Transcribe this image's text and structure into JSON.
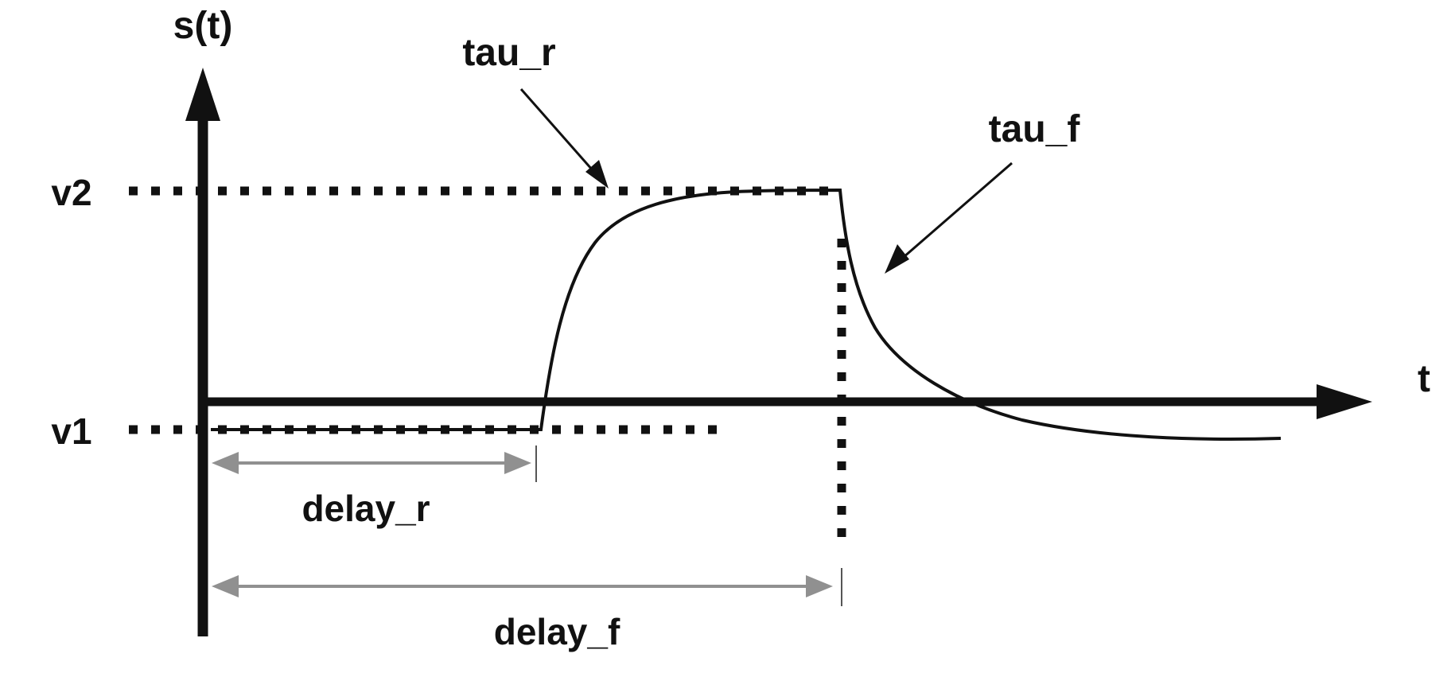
{
  "figure": {
    "y_axis_label": "s(t)",
    "x_axis_label": "t",
    "v2_label": "v2",
    "v1_label": "v1",
    "tau_r_label": "tau_r",
    "tau_f_label": "tau_f",
    "delay_r_label": "delay_r",
    "delay_f_label": "delay_f",
    "colors": {
      "ink": "#111111",
      "measure_arrow": "#909090",
      "background": "#ffffff"
    }
  }
}
